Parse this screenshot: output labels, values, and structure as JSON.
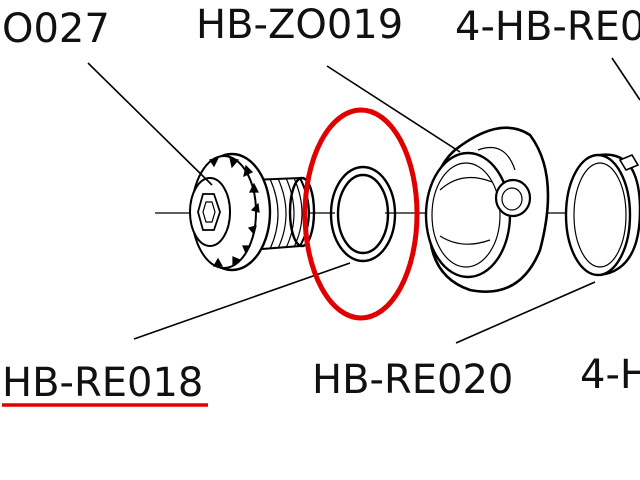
{
  "labels": {
    "top_left": "O027",
    "top_center": "HB-ZO019",
    "top_right": "4-HB-RE0",
    "bottom_left": "HB-RE018",
    "bottom_center": "HB-RE020",
    "bottom_right": "4-H"
  },
  "highlight": {
    "circle_color": "#e00000",
    "underline_color": "#e00000",
    "highlighted_part": "HB-RE018"
  }
}
